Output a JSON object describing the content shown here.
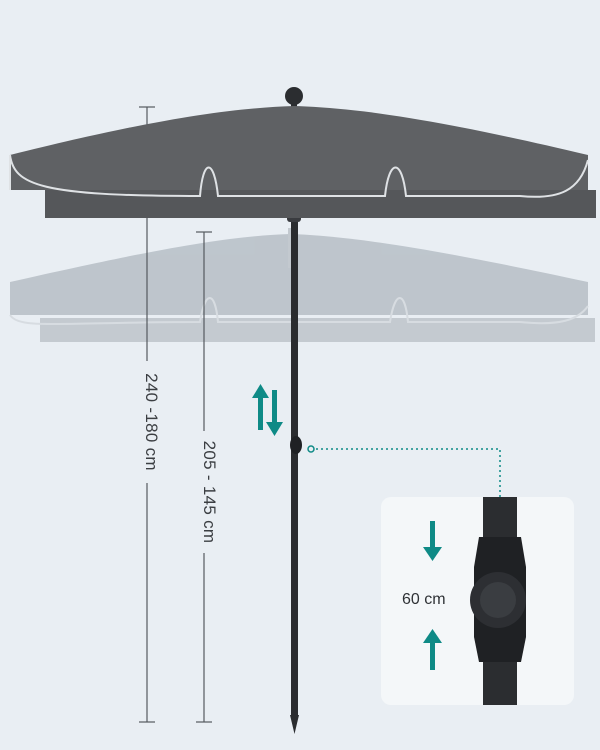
{
  "dimensions": {
    "total_height": "240 -180 cm",
    "pole_height": "205 - 145 cm",
    "adjustment": "60 cm"
  },
  "colors": {
    "background": "#e9eef3",
    "canopy": "#5f6164",
    "canopy_ghost": "#bcc3ca",
    "accent_arrows": "#0e8a86",
    "pole": "#2a2c2f"
  },
  "icons": [
    "up-down-arrows-icon",
    "down-arrow-icon",
    "up-arrow-icon"
  ]
}
